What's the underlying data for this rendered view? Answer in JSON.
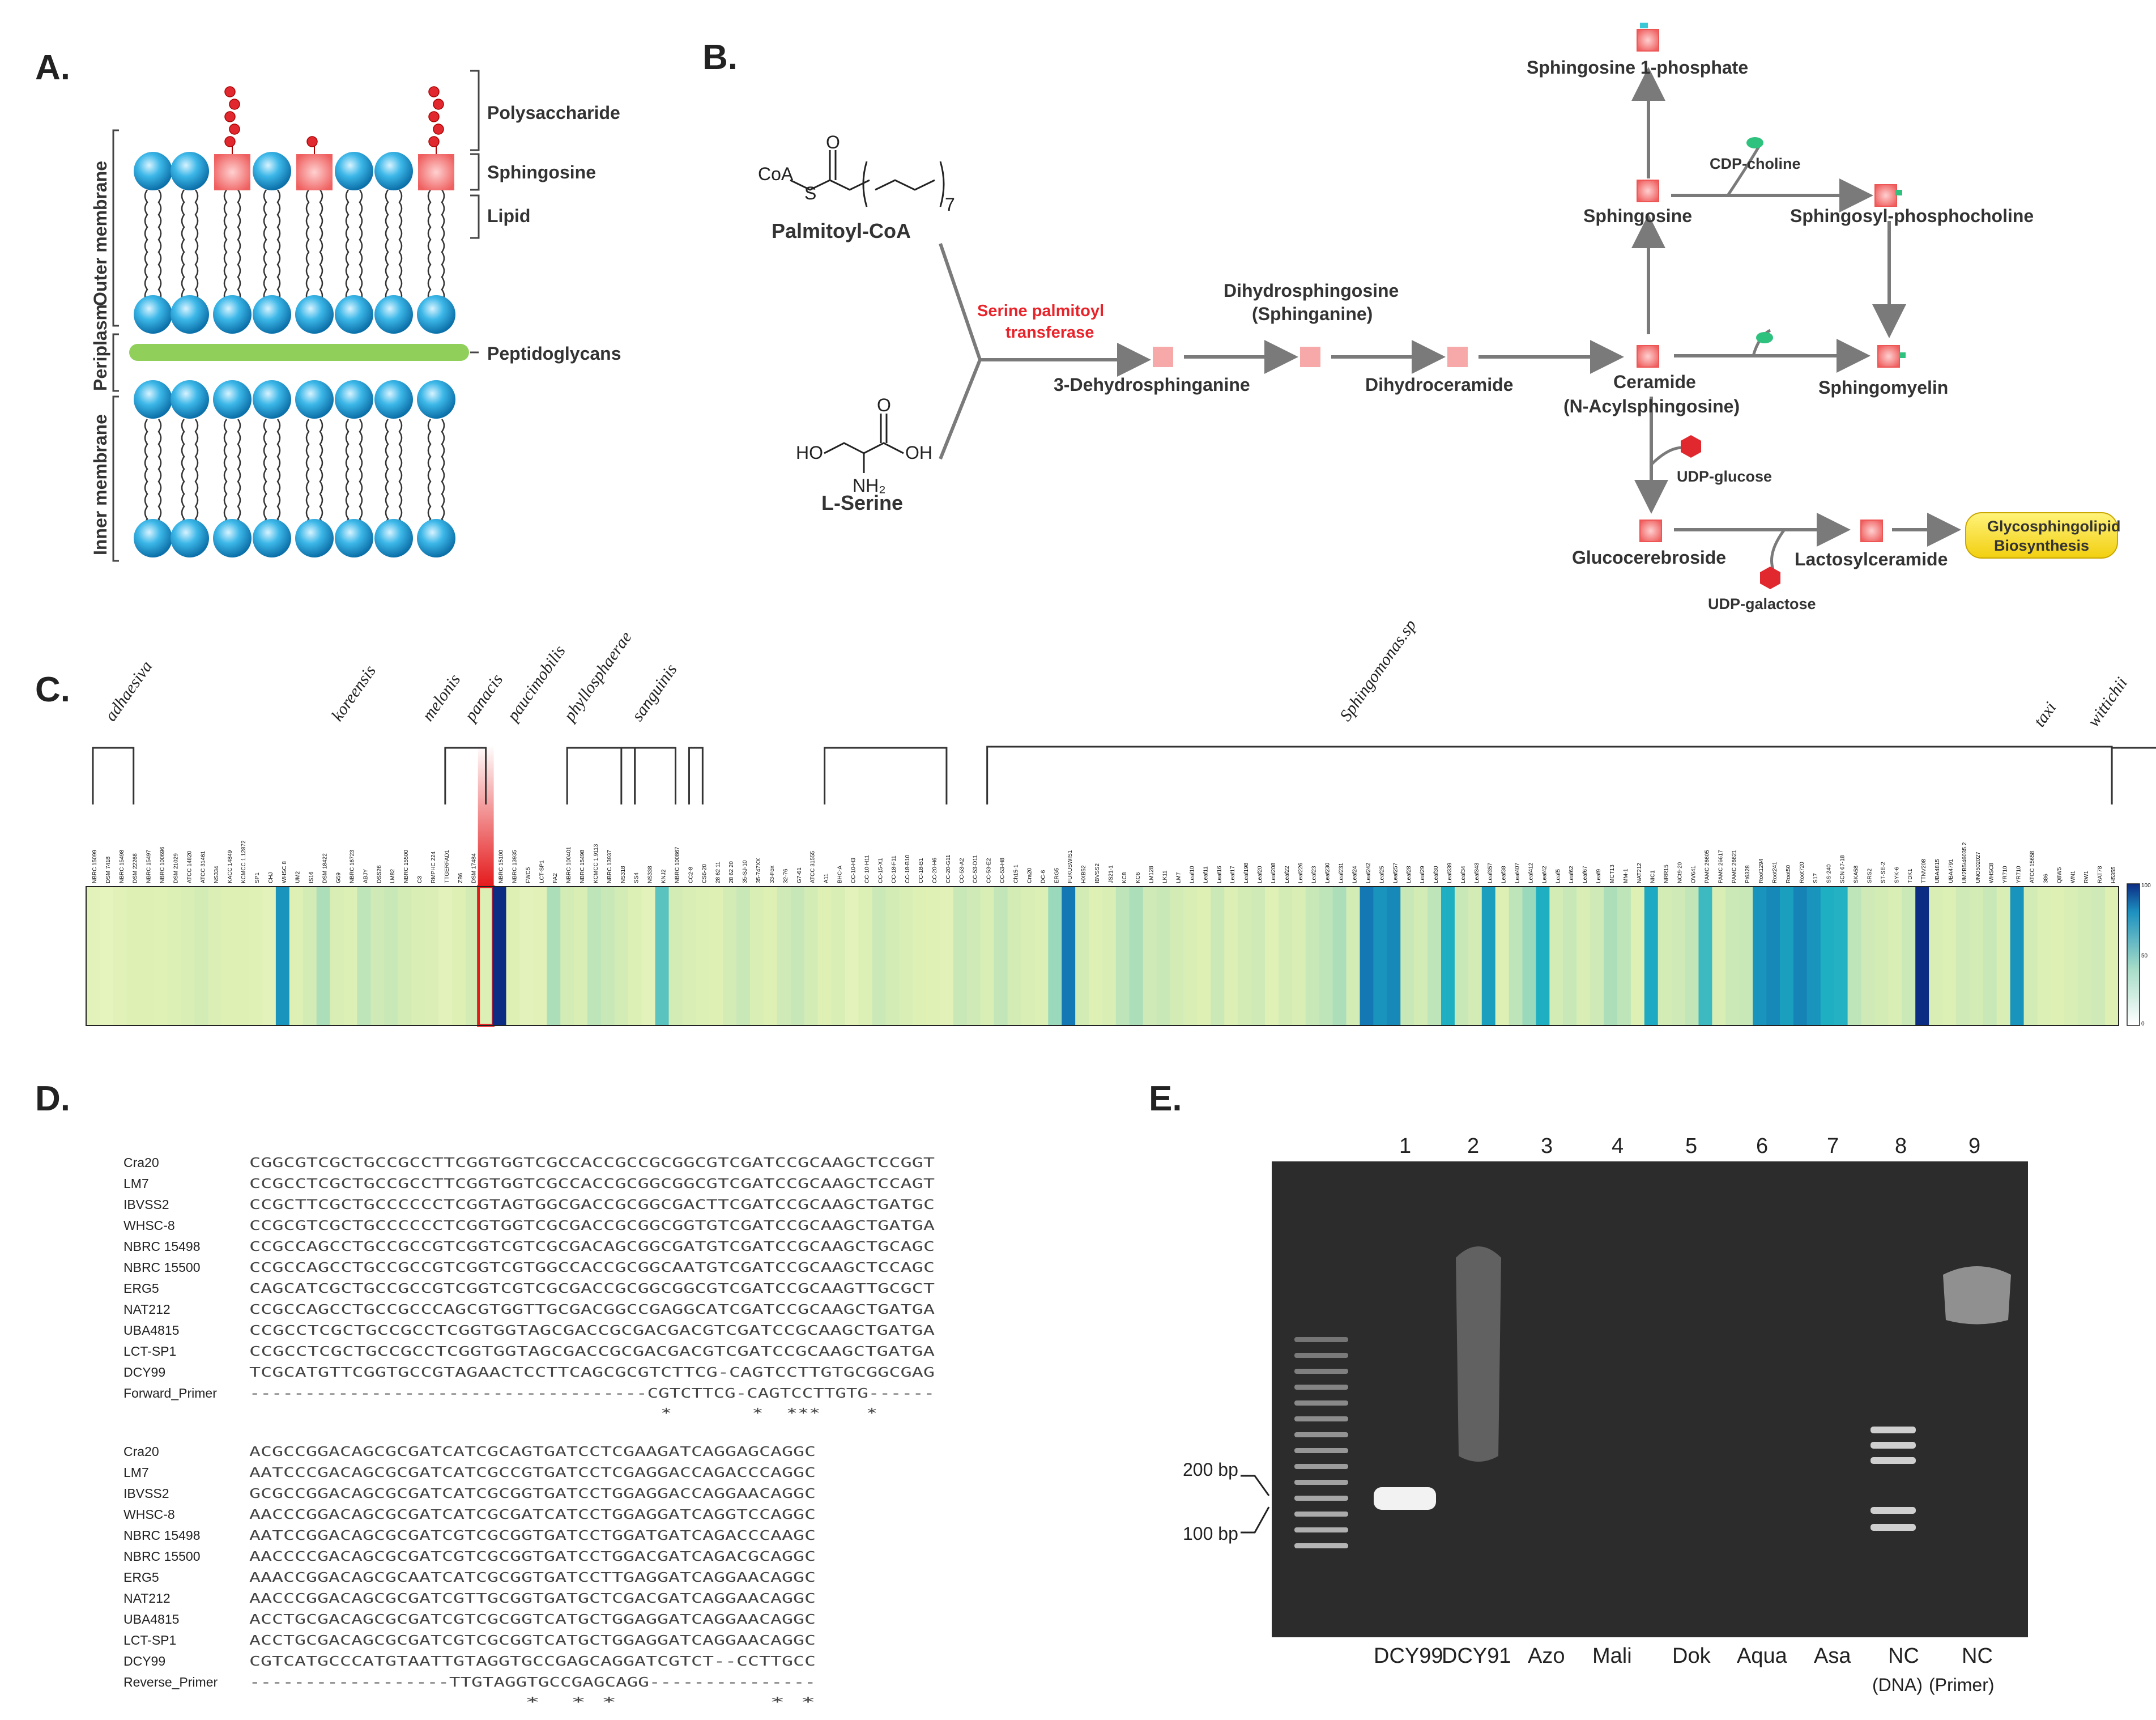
{
  "panels": {
    "A": "A.",
    "B": "B.",
    "C": "C.",
    "D": "D.",
    "E": "E."
  },
  "panelA": {
    "labels": {
      "polysaccharide": "Polysaccharide",
      "sphingosine": "Sphingosine",
      "lipid": "Lipid",
      "peptidoglycans": "Peptidoglycans",
      "outer_membrane": "Outer membrane",
      "periplasm": "Periplasm",
      "inner_membrane": "Inner membrane"
    },
    "colors": {
      "bead": "#2aa7dc",
      "sphingosine": "#f26d6d",
      "peptidoglycan": "#8fcf5a",
      "sugar": "#e0282e"
    }
  },
  "panelB": {
    "palmitoyl_coa": "Palmitoyl-CoA",
    "coa": "CoA",
    "s_atom": "S",
    "o_atom": "O",
    "subscript7": "7",
    "l_serine": "L-Serine",
    "ho": "HO",
    "oh": "OH",
    "nh2": "NH₂",
    "enzyme": [
      "Serine palmitoyl",
      "transferase"
    ],
    "dehydro": "3-Dehydrosphinganine",
    "dihydrosph": [
      "Dihydrosphingosine",
      "(Sphinganine)"
    ],
    "dihydrocer": "Dihydroceramide",
    "ceramide": [
      "Ceramide",
      "(N-Acylsphingosine)"
    ],
    "sphingosine": "Sphingosine",
    "s1p": "Sphingosine 1-phosphate",
    "cdp_choline": "CDP-choline",
    "sph_pc": "Sphingosyl-phosphocholine",
    "sphingomyelin": "Sphingomyelin",
    "udp_glucose": "UDP-glucose",
    "glucocerebroside": "Glucocerebroside",
    "lactosyl": "Lactosylceramide",
    "udp_galactose": "UDP-galactose",
    "gsl": [
      "Glycosphingolipid",
      "Biosynthesis"
    ],
    "colors": {
      "enzyme": "#e8232a",
      "node": "#f4a0a0",
      "arrow": "#7a7a7a",
      "gsl_box": "#f7e22c"
    }
  },
  "panelC": {
    "species": [
      {
        "name": "adhaesiva"
      },
      {
        "name": "koreensis"
      },
      {
        "name": "melonis"
      },
      {
        "name": "panacis"
      },
      {
        "name": "paucimobilis"
      },
      {
        "name": "phyllosphaerae"
      },
      {
        "name": "sanguinis"
      },
      {
        "name": "Sphingomonas.sp"
      },
      {
        "name": "taxi"
      },
      {
        "name": "wittichii"
      }
    ],
    "strains": [
      "NBRC 15099",
      "DSM 7418",
      "NBRC 15498",
      "DSM 22268",
      "NBRC 15497",
      "NBRC 100696",
      "DSM 21029",
      "ATCC 14820",
      "ATCC 31461",
      "NS334",
      "KACC 14849",
      "KCMCC 1.12872",
      "SP1",
      "CHJ",
      "WHSC 8",
      "UM2",
      "IS16",
      "DSM 18422",
      "G59",
      "NBRC 16723",
      "ABJY",
      "DSS26",
      "LM82",
      "NBRC 15500",
      "C3",
      "RMPHC 224",
      "TTGERFAD1",
      "ZB6",
      "DSM 17484",
      "DCY99",
      "NBRC 15100",
      "NBRC 13935",
      "FWC5",
      "LCT-SP1",
      "FA2",
      "NBRC 100401",
      "NBRC 15498",
      "KCMCC 1.9113",
      "NBRC 13937",
      "NS318",
      "SS4",
      "NS338",
      "KNJ2",
      "NBRC 100867",
      "CC2-8",
      "CS6-20",
      "28 62 11",
      "28 62 20",
      "35-SJ-10",
      "35-747XX",
      "33-Fox",
      "32-76",
      "G7-61",
      "ATCC 31555",
      "A11",
      "BHC-A",
      "CC-10-H3",
      "CC-10-H11",
      "CC-15-X1",
      "CC-18-F11",
      "CC-18-B10",
      "CC-18-B1",
      "CC-20-H6",
      "CC-20-G11",
      "CC-53-A2",
      "CC-53-D11",
      "CC-53-E2",
      "CC-53-H8",
      "Ch15-1",
      "Cra20",
      "DC-6",
      "ERG5",
      "FUKUSWIS1",
      "HXB52",
      "IBVSS2",
      "JS21-1",
      "KC8",
      "KC6",
      "LM128",
      "LK11",
      "LM7",
      "Leaf10",
      "Leaf11",
      "Leaf16",
      "Leaf17",
      "Leaf198",
      "Leaf20",
      "Leaf208",
      "Leaf22",
      "Leaf226",
      "Leaf23",
      "Leaf230",
      "Leaf231",
      "Leaf24",
      "Leaf242",
      "Leaf25",
      "Leaf257",
      "Leaf28",
      "Leaf29",
      "Leaf30",
      "Leaf339",
      "Leaf34",
      "Leaf343",
      "Leaf357",
      "Leaf38",
      "Leaf407",
      "Leaf412",
      "Leaf42",
      "Leaf5",
      "Leaf62",
      "Leaf67",
      "Leaf9",
      "MCT13",
      "MM-1",
      "NAT212",
      "NIC1",
      "NRR15",
      "NCt9-20",
      "OV641",
      "PAMC 26605",
      "PAMC 26617",
      "PAMC 26621",
      "Pt6328",
      "Root1294",
      "Root241",
      "Root50",
      "Root720",
      "S17",
      "SS-240",
      "SCN 67-18",
      "SKA58",
      "SRS2",
      "ST-SE-2",
      "SYK-6",
      "TDK1",
      "TTNV208",
      "UBA4815",
      "UBA4791",
      "UM2B5/46035.2",
      "UNO502027",
      "WHSC8",
      "YR710",
      "YR710",
      "ATCC 15658",
      "386",
      "Q8W5",
      "WN1",
      "RW1",
      "RAT78",
      "H5355"
    ],
    "heatmap_values": [
      30,
      28,
      32,
      35,
      34,
      33,
      36,
      38,
      40,
      37,
      35,
      34,
      33,
      30,
      90,
      35,
      40,
      55,
      38,
      36,
      50,
      42,
      45,
      40,
      38,
      37,
      30,
      35,
      40,
      36,
      100,
      35,
      30,
      32,
      55,
      40,
      38,
      50,
      45,
      40,
      36,
      30,
      75,
      40,
      38,
      36,
      34,
      40,
      45,
      38,
      35,
      42,
      46,
      40,
      35,
      38,
      30,
      36,
      44,
      40,
      38,
      35,
      33,
      32,
      45,
      42,
      38,
      48,
      40,
      38,
      36,
      60,
      95,
      40,
      35,
      38,
      50,
      55,
      42,
      45,
      40,
      38,
      35,
      44,
      36,
      40,
      42,
      33,
      40,
      38,
      45,
      50,
      55,
      40,
      95,
      90,
      92,
      45,
      40,
      50,
      85,
      45,
      40,
      88,
      35,
      50,
      60,
      85,
      40,
      45,
      38,
      42,
      55,
      50,
      35,
      86,
      40,
      42,
      48,
      80,
      38,
      44,
      45,
      90,
      92,
      88,
      93,
      90,
      85,
      84,
      50,
      42,
      40,
      38,
      44,
      100,
      38,
      36,
      42,
      40,
      45,
      38,
      90,
      40,
      36,
      34,
      38,
      40,
      42,
      35,
      30,
      38,
      44,
      40,
      36,
      35,
      33,
      30,
      32,
      38,
      34,
      30,
      36,
      45,
      55,
      60,
      45
    ],
    "highlight_strain": "DCY99",
    "colorbar_ticks": [
      "100",
      "50",
      "0"
    ],
    "colors": {
      "low": "#ffffcc",
      "mid": "#7fcdbb",
      "high": "#1d91c0",
      "max": "#0c2c84",
      "highlight": "#e41a1c"
    }
  },
  "panelD": {
    "block1": {
      "rows": [
        {
          "name": "Cra20",
          "seq": "CGGCGTCGCTGCCGCCTTCGGTGGTCGCCACCGCCGCGGCGTCGATCCGCAAGCTCCGGT"
        },
        {
          "name": "LM7",
          "seq": "CCGCCTCGCTGCCGCCTTCGGTGGTCGCCACCGCGGCGGCGTCGATCCGCAAGCTCCAGT"
        },
        {
          "name": "IBVSS2",
          "seq": "CCGCTTCGCTGCCCCCCTCGGTAGTGGCGACCGCGGCGACTTCGATCCGCAAGCTGATGC"
        },
        {
          "name": "WHSC-8",
          "seq": "CCGCGTCGCTGCCCCCCTCGGTGGTCGCGACCGCGGCGGTGTCGATCCGCAAGCTGATGA"
        },
        {
          "name": "NBRC 15498",
          "seq": "CCGCCAGCCTGCCGCCGTCGGTCGTCGCGACAGCGGCGATGTCGATCCGCAAGCTGCAGC"
        },
        {
          "name": "NBRC 15500",
          "seq": "CCGCCAGCCTGCCGCCGTCGGTCGTGGCCACCGCGGCAATGTCGATCCGCAAGCTCCAGC"
        },
        {
          "name": "ERG5",
          "seq": "CAGCATCGCTGCCGCCGTCGGTCGTCGCGACCGCGGCGGCGTCGATCCGCAAGTTGCGCT"
        },
        {
          "name": "NAT212",
          "seq": "CCGCCAGCCTGCCGCCCAGCGTGGTTGCGACGGCCGAGGCATCGATCCGCAAGCTGATGA"
        },
        {
          "name": "UBA4815",
          "seq": "CCGCCTCGCTGCCGCCTCGGTGGTAGCGACCGCGACGACGTCGATCCGCAAGCTGATGA"
        },
        {
          "name": "LCT-SP1",
          "seq": "CCGCCTCGCTGCCGCCTCGGTGGTAGCGACCGCGACGACGTCGATCCGCAAGCTGATGA"
        },
        {
          "name": "DCY99",
          "seq": "TCGCATGTTCGGTGCCGTAGAACTCCTTCAGCGCGTCTTCG-CAGTCCTTGTGCGGCGAG"
        },
        {
          "name": "Forward_Primer",
          "seq": "------------------------------------CGTCTTCG-CAGTCCTTGTG------"
        }
      ],
      "stars": "                                    *       *  ***    *     "
    },
    "block2": {
      "rows": [
        {
          "name": "Cra20",
          "seq": "ACGCCGGACAGCGCGATCATCGCAGTGATCCTCGAAGATCAGGAGCAGGC"
        },
        {
          "name": "LM7",
          "seq": "AATCCCGACAGCGCGATCATCGCCGTGATCCTCGAGGACCAGACCCAGGC"
        },
        {
          "name": "IBVSS2",
          "seq": "GCGCCGGACAGCGCGATCATCGCGGTGATCCTGGAGGACCAGGAACAGGC"
        },
        {
          "name": "WHSC-8",
          "seq": "AACCCGGACAGCGCGATCATCGCGATCATCCTGGAGGATCAGGTCCAGGC"
        },
        {
          "name": "NBRC 15498",
          "seq": "AATCCGGACAGCGCGATCGTCGCGGTGATCCTGGATGATCAGACCCAAGC"
        },
        {
          "name": "NBRC 15500",
          "seq": "AACCCCGACAGCGCGATCGTCGCGGTGATCCTGGACGATCAGACGCAGGC"
        },
        {
          "name": "ERG5",
          "seq": "AAACCGGACAGCGCAATCATCGCGGTGATCCTTGAGGATCAGGAACAGGC"
        },
        {
          "name": "NAT212",
          "seq": "AACCCGGACAGCGCGATCGTTGCGGTGATGCTCGACGATCAGGAACAGGC"
        },
        {
          "name": "UBA4815",
          "seq": "ACCTGCGACAGCGCGATCGTCGCGGTCATGCTGGAGGATCAGGAACAGGC"
        },
        {
          "name": "LCT-SP1",
          "seq": "ACCTGCGACAGCGCGATCGTCGCGGTCATGCTGGAGGATCAGGAACAGGC"
        },
        {
          "name": "DCY99",
          "seq": "CGTCATGCCCATGTAATTGTAGGTGCCGAGCAGGATCGTCT--CCTTGCC"
        },
        {
          "name": "Reverse_Primer",
          "seq": "------------------TTGTAGGTGCCGAGCAGG---------------"
        }
      ],
      "stars": "                  *  * *          * *"
    }
  },
  "panelE": {
    "lane_numbers": [
      "1",
      "2",
      "3",
      "4",
      "5",
      "6",
      "7",
      "8",
      "9"
    ],
    "lane_names": [
      "DCY99",
      "DCY91",
      "Azo",
      "Mali",
      "Dok",
      "Aqua",
      "Asa",
      "NC",
      "NC"
    ],
    "lane_sub": [
      "",
      "",
      "",
      "",
      "",
      "",
      "",
      "(DNA)",
      "(Primer)"
    ],
    "markers": [
      "200 bp",
      "100 bp"
    ]
  }
}
